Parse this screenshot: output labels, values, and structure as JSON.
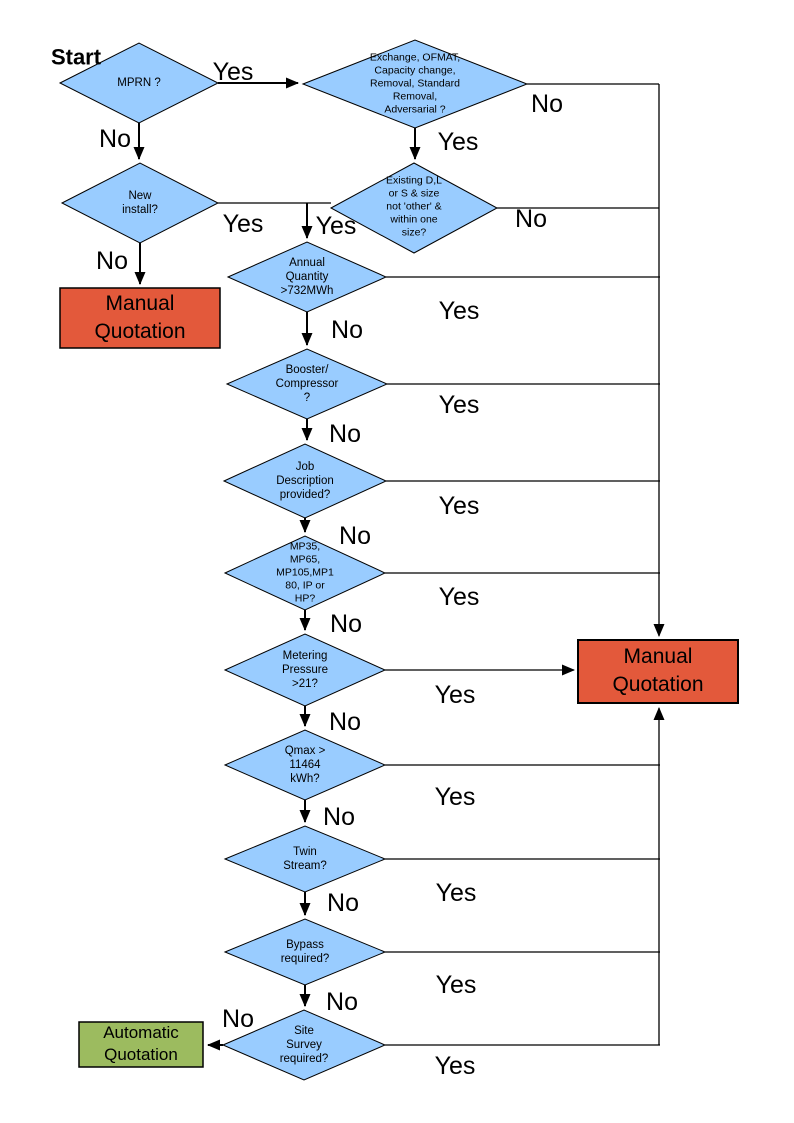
{
  "labels": {
    "start": "Start"
  },
  "nodes": {
    "mprn": "MPRN ?",
    "exchange": "Exchange, OFMAT,\nCapacity change,\nRemoval, Standard\nRemoval,\nAdversarial ?",
    "new_install": "New\ninstall?",
    "existing": "Existing D,L\nor S & size\nnot 'other' &\nwithin one\nsize?",
    "annual": "Annual\nQuantity\n>732MWh",
    "booster": "Booster/\nCompressor\n?",
    "job_desc": "Job\nDescription\nprovided?",
    "mp_range": "MP35,\nMP65,\nMP105,MP1\n80, IP or\nHP?",
    "metering": "Metering\nPressure\n>21?",
    "qmax": "Qmax >\n11464\nkWh?",
    "twin": "Twin\nStream?",
    "bypass": "Bypass\nrequired?",
    "site_survey": "Site\nSurvey\nrequired?"
  },
  "terminals": {
    "manual": "Manual\nQuotation",
    "automatic": "Automatic\nQuotation"
  },
  "edge_labels": {
    "mprn_yes": "Yes",
    "mprn_no": "No",
    "exchange_yes": "Yes",
    "exchange_no": "No",
    "new_install_yes": "Yes",
    "new_install_no": "No",
    "existing_yes": "Yes",
    "existing_no": "No",
    "annual_yes": "Yes",
    "annual_no": "No",
    "booster_yes": "Yes",
    "booster_no": "No",
    "job_desc_yes": "Yes",
    "job_desc_no": "No",
    "mp_range_yes": "Yes",
    "mp_range_no": "No",
    "metering_yes": "Yes",
    "metering_no": "No",
    "qmax_yes": "Yes",
    "qmax_no": "No",
    "twin_yes": "Yes",
    "twin_no": "No",
    "bypass_yes": "Yes",
    "bypass_no": "No",
    "site_survey_yes": "Yes",
    "site_survey_no": "No"
  },
  "colors": {
    "decision_fill": "#99CCFF",
    "manual_fill": "#E3593B",
    "automatic_fill": "#9CBB5F",
    "line": "#000000"
  }
}
